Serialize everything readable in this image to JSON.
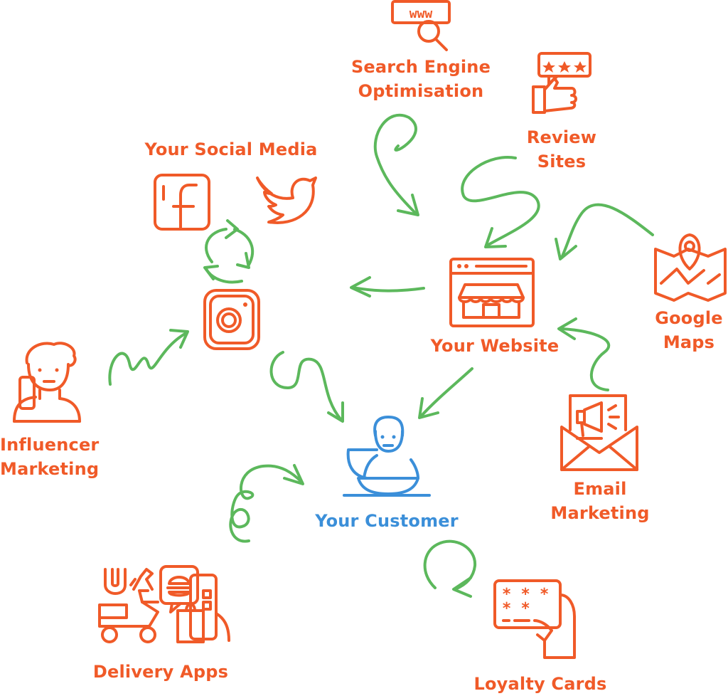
{
  "nodes": {
    "seo": {
      "line1": "Search Engine",
      "line2": "Optimisation"
    },
    "reviews": {
      "line1": "Review",
      "line2": "Sites"
    },
    "social": {
      "line1": "Your Social Media"
    },
    "website": {
      "line1": "Your Website"
    },
    "maps": {
      "line1": "Google",
      "line2": "Maps"
    },
    "influencer": {
      "line1": "Influencer",
      "line2": "Marketing"
    },
    "customer": {
      "line1": "Your Customer"
    },
    "email": {
      "line1": "Email",
      "line2": "Marketing"
    },
    "delivery": {
      "line1": "Delivery Apps"
    },
    "loyalty": {
      "line1": "Loyalty Cards"
    }
  },
  "icons": {
    "seo": "www-search-icon",
    "reviews": "thumbs-up-review-icon",
    "facebook": "facebook-icon",
    "twitter": "twitter-icon",
    "instagram": "instagram-icon",
    "website": "storefront-browser-icon",
    "maps": "map-pin-icon",
    "influencer": "person-phone-icon",
    "customer": "diner-icon",
    "email": "email-megaphone-icon",
    "delivery": "delivery-scooter-icon",
    "loyalty": "loyalty-card-icon",
    "www_text": "www"
  },
  "colors": {
    "node": "#f05a28",
    "customer": "#3b8fd9",
    "arrow": "#5cb85c"
  }
}
